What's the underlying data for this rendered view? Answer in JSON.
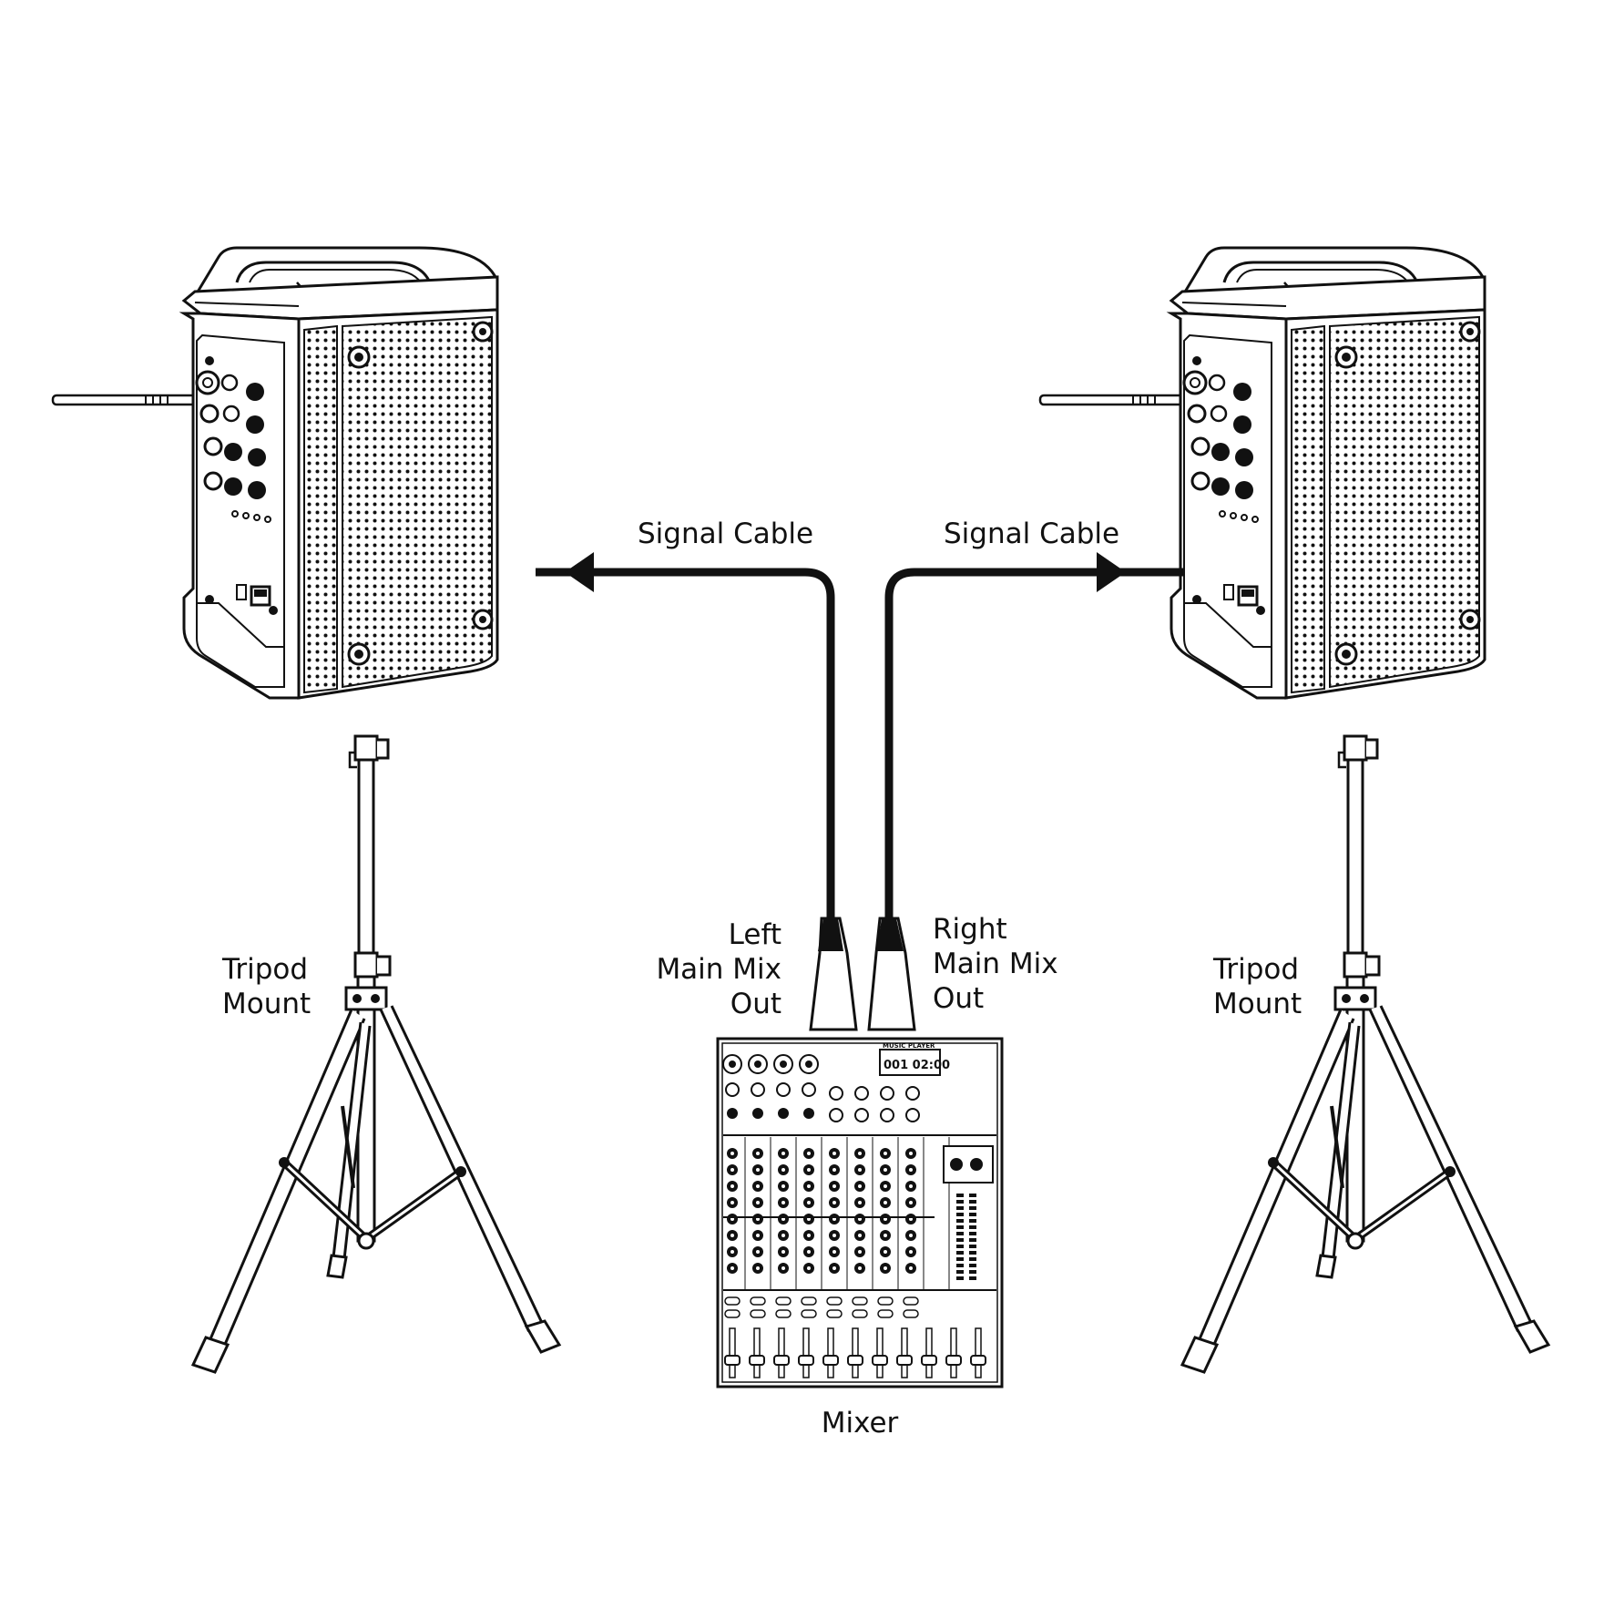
{
  "labels": {
    "signal_cable_left": "Signal Cable",
    "signal_cable_right": "Signal Cable",
    "left_out": [
      "Left",
      "Main Mix",
      "Out"
    ],
    "right_out": [
      "Right",
      "Main Mix",
      "Out"
    ],
    "tripod_left": [
      "Tripod",
      "Mount"
    ],
    "tripod_right": [
      "Tripod",
      "Mount"
    ],
    "mixer": "Mixer"
  },
  "mixer_display": {
    "title": "MUSIC PLAYER",
    "readout": "001 02:00"
  },
  "colors": {
    "line": "#111111",
    "background": "#ffffff"
  }
}
